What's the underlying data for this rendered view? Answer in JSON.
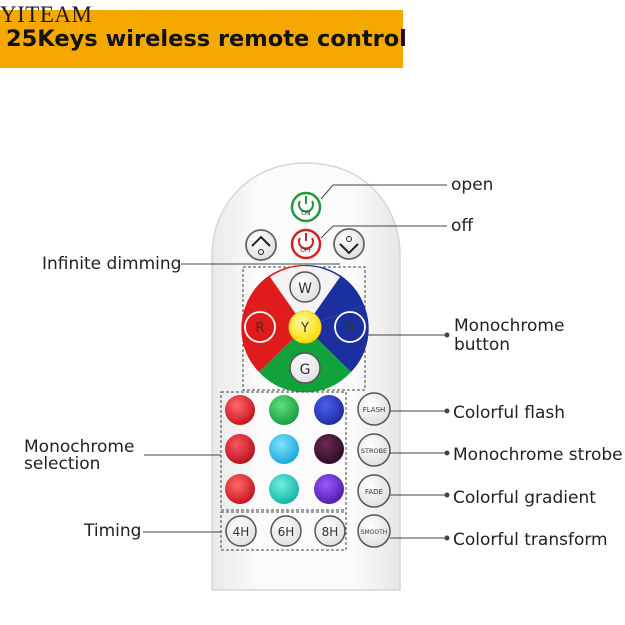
{
  "watermark": "YITEAM",
  "title": "25Keys wireless remote control",
  "buttons": {
    "on": "ON",
    "off": "OFF",
    "white": "W",
    "red": "R",
    "yellow": "Y",
    "blue": "B",
    "green": "G",
    "flash": "FLASH",
    "strobe": "STROBE",
    "fade": "FADE",
    "smooth": "SMOOTH",
    "timer_4h": "4H",
    "timer_6h": "6H",
    "timer_8h": "8H"
  },
  "labels": {
    "open": "open",
    "off": "off",
    "infinite_dimming": "Infinite dimming",
    "monochrome_button_1": "Monochrome",
    "monochrome_button_2": "button",
    "monochrome_selection_1": "Monochrome",
    "monochrome_selection_2": "selection",
    "timing": "Timing",
    "colorful_flash": "Colorful flash",
    "monochrome_strobe": "Monochrome strobe",
    "colorful_gradient": "Colorful gradient",
    "colorful_transform": "Colorful transform"
  },
  "colors": {
    "banner": "#f5a800",
    "on_button": "#1f9a3a",
    "off_button": "#d42020",
    "red_sector": "#e01b1b",
    "blue_sector": "#1c2f9e",
    "green_sector": "#13a13b",
    "yellow_center": "#ffe600"
  }
}
